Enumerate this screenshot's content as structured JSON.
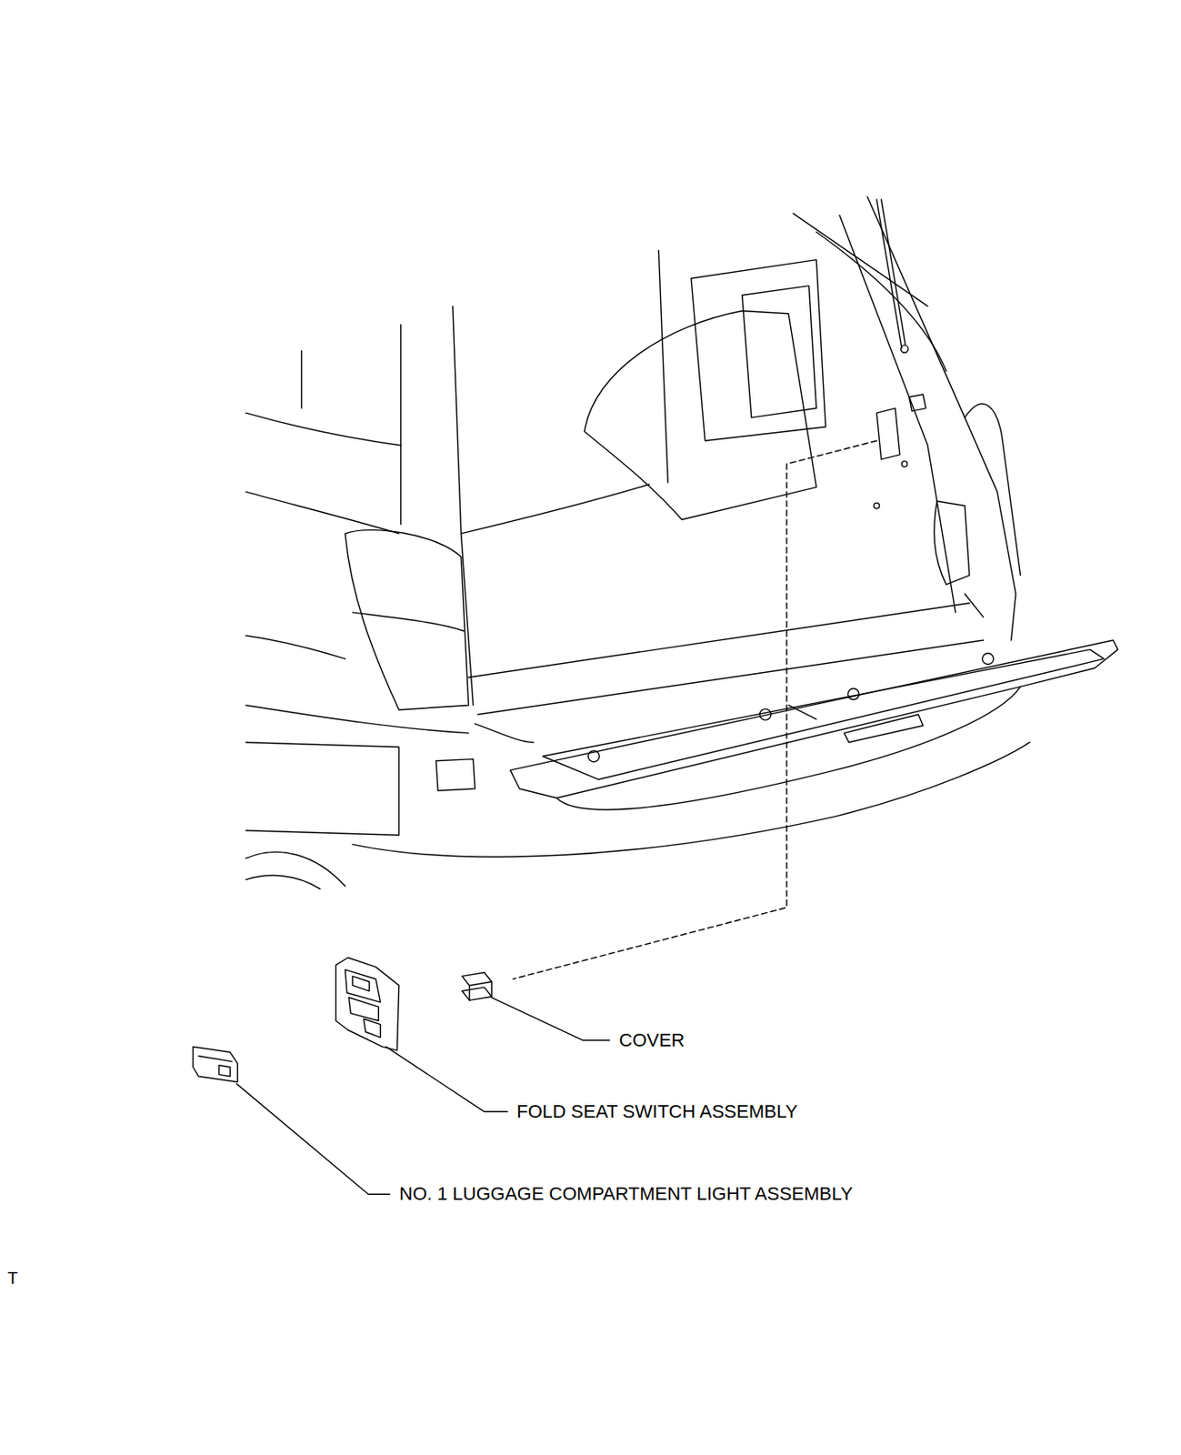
{
  "diagram": {
    "labels": [
      "COVER",
      "FOLD SEAT SWITCH ASSEMBLY",
      "NO. 1 LUGGAGE COMPARTMENT LIGHT ASSEMBLY",
      "T"
    ]
  }
}
